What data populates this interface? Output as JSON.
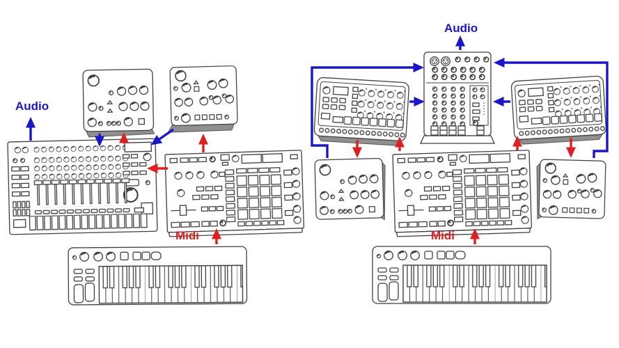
{
  "labels": {
    "setup1_audio": "Audio",
    "setup1_midi": "Midi",
    "setup2_audio": "Audio",
    "setup2_midi": "Midi"
  },
  "colors": {
    "audio_flow": "#1a16c8",
    "midi_flow": "#dd2020",
    "device_outline": "#3f3f3f",
    "device_shade": "#8f8f8f",
    "background": "#ffffff"
  },
  "setups": [
    {
      "name": "left-setup-no-mixer",
      "devices": [
        {
          "id": "desktop-synth-1",
          "kind": "small desktop synth with knobs"
        },
        {
          "id": "desktop-synth-2",
          "kind": "small desktop synth with knobs"
        },
        {
          "id": "fader-sequencer",
          "kind": "drum machine / sequencer with 11 faders and 16 step keys"
        },
        {
          "id": "pad-sampler-1",
          "kind": "sampler / groovebox with 4x4 pad grid"
        },
        {
          "id": "midi-keyboard-1",
          "kind": "MIDI controller keyboard"
        }
      ],
      "connections": [
        {
          "from": "fader-sequencer",
          "to": "audio-out",
          "type": "audio",
          "label": "Audio"
        },
        {
          "from": "desktop-synth-1",
          "to": "fader-sequencer",
          "type": "audio"
        },
        {
          "from": "fader-sequencer",
          "to": "desktop-synth-1",
          "type": "midi"
        },
        {
          "from": "desktop-synth-2",
          "to": "fader-sequencer",
          "type": "audio"
        },
        {
          "from": "pad-sampler-1",
          "to": "desktop-synth-2",
          "type": "midi"
        },
        {
          "from": "pad-sampler-1",
          "to": "fader-sequencer",
          "type": "midi"
        },
        {
          "from": "midi-keyboard-1",
          "to": "pad-sampler-1",
          "type": "midi",
          "label": "Midi"
        }
      ]
    },
    {
      "name": "right-setup-with-mixer",
      "devices": [
        {
          "id": "mixer",
          "kind": "small analog mixer with 4 channel strips"
        },
        {
          "id": "groovebox-1",
          "kind": "groovebox with knob grid and step buttons"
        },
        {
          "id": "groovebox-2",
          "kind": "groovebox with knob grid and step buttons"
        },
        {
          "id": "desktop-synth-3",
          "kind": "small desktop synth with knobs"
        },
        {
          "id": "desktop-synth-4",
          "kind": "small desktop synth with knobs"
        },
        {
          "id": "pad-sampler-2",
          "kind": "sampler / groovebox with 4x4 pad grid"
        },
        {
          "id": "midi-keyboard-2",
          "kind": "MIDI controller keyboard"
        }
      ],
      "connections": [
        {
          "from": "mixer",
          "to": "audio-out",
          "type": "audio",
          "label": "Audio"
        },
        {
          "from": "groovebox-1",
          "to": "mixer",
          "type": "audio"
        },
        {
          "from": "groovebox-2",
          "to": "mixer",
          "type": "audio"
        },
        {
          "from": "desktop-synth-3",
          "to": "mixer",
          "type": "audio"
        },
        {
          "from": "desktop-synth-4",
          "to": "mixer",
          "type": "audio"
        },
        {
          "from": "groovebox-1",
          "to": "desktop-synth-3",
          "type": "midi"
        },
        {
          "from": "pad-sampler-2",
          "to": "groovebox-1",
          "type": "midi"
        },
        {
          "from": "pad-sampler-2",
          "to": "groovebox-2",
          "type": "midi"
        },
        {
          "from": "groovebox-2",
          "to": "desktop-synth-4",
          "type": "midi"
        },
        {
          "from": "midi-keyboard-2",
          "to": "pad-sampler-2",
          "type": "midi",
          "label": "Midi"
        }
      ]
    }
  ]
}
